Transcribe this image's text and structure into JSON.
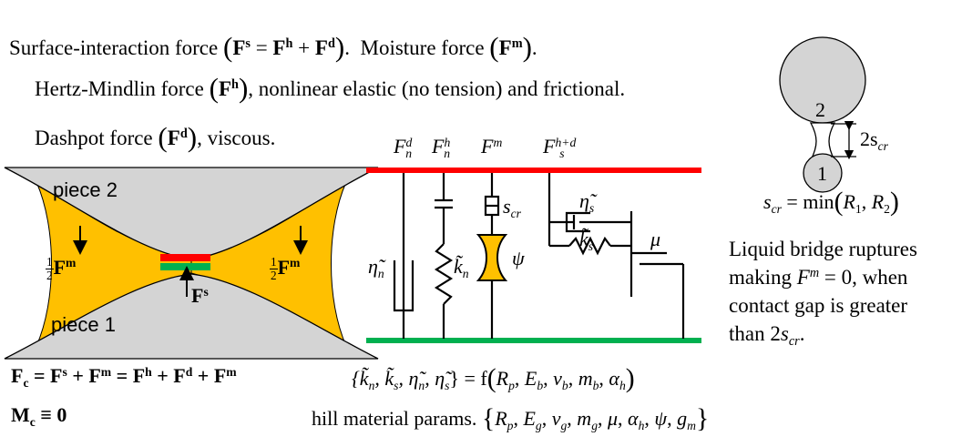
{
  "header": {
    "line1_a": "Surface-interaction force",
    "line1_b": "Moisture force",
    "line2_a": "Hertz-Mindlin force",
    "line2_b": ", nonlinear elastic (no tension) and frictional.",
    "line3_a": "Dashpot force",
    "line3_b": ", viscous."
  },
  "symbols": {
    "F": "F",
    "sup_s": "s",
    "sup_h": "h",
    "sup_d": "d",
    "sup_m": "m",
    "equals": "=",
    "plus": "+",
    "period": "."
  },
  "contact": {
    "piece2": "piece 2",
    "piece1": "piece 1",
    "half_num": "1",
    "half_den": "2",
    "force_m": "F",
    "force_m_sup": "m",
    "force_s": "F",
    "force_s_sup": "s",
    "colors": {
      "pieces": "#d4d4d4",
      "moisture": "#ffc000",
      "top_plate": "#ff0000",
      "bottom_plate": "#00b050"
    }
  },
  "circuit": {
    "labels": {
      "Fnd": "F",
      "Fnd_sup": "d",
      "Fnd_sub": "n",
      "Fnh": "F",
      "Fnh_sup": "h",
      "Fnh_sub": "n",
      "Fm": "F",
      "Fm_sup": "m",
      "Fshd": "F",
      "Fshd_sup": "h+d",
      "Fshd_sub": "s",
      "eta_n": "η̃",
      "eta_n_sub": "n",
      "k_n": "k̃",
      "k_n_sub": "n",
      "s_cr": "s",
      "s_cr_sub": "cr",
      "psi": "ψ",
      "eta_s": "η̃",
      "eta_s_sub": "s",
      "k_s": "k̃",
      "k_s_sub": "s",
      "mu": "μ"
    },
    "colors": {
      "top_rail": "#ff0000",
      "bottom_rail": "#00b050",
      "bridge": "#ffc000"
    }
  },
  "bridge_sketch": {
    "sphere2": "2",
    "sphere1": "1",
    "gap_label": "2s",
    "gap_sub": "cr",
    "scr_eq_lhs": "s",
    "scr_eq_sub": "cr",
    "scr_eq_rhs": "= min",
    "R": "R",
    "R1_sub": "1",
    "R2_sub": "2",
    "sphere_color": "#d4d4d4"
  },
  "rupture_note": {
    "line1": "Liquid bridge ruptures",
    "line2_a": "making",
    "line2_F": "F",
    "line2_sup": "m",
    "line2_b": "= 0, when",
    "line3": "contact gap is greater",
    "line4_a": "than 2",
    "line4_s": "s",
    "line4_sub": "cr",
    "line4_end": "."
  },
  "equations": {
    "Fc_lhs": "F",
    "Fc_sub": "c",
    "Fc_rhs1": "= F",
    "Fc_rhs2": "+ F",
    "Fc_rhs3": "= F",
    "Fc_rhs4": "+ F",
    "Fc_rhs5": "+ F",
    "Mc": "M",
    "Mc_sub": "c",
    "Mc_rhs": "≡ 0",
    "param_set": "{k̃",
    "param_k_sub": "n",
    "param_ks": ", k̃",
    "param_ks_sub": "s",
    "param_en": ", η̃",
    "param_en_sub": "n",
    "param_es": ", η̃",
    "param_es_sub": "s",
    "param_close": "} = f",
    "args_b": "R, E, ν, m, α",
    "hill_label": "hill material params.",
    "hill_set": "R, E, ν, m, μ, α, ψ, g"
  }
}
